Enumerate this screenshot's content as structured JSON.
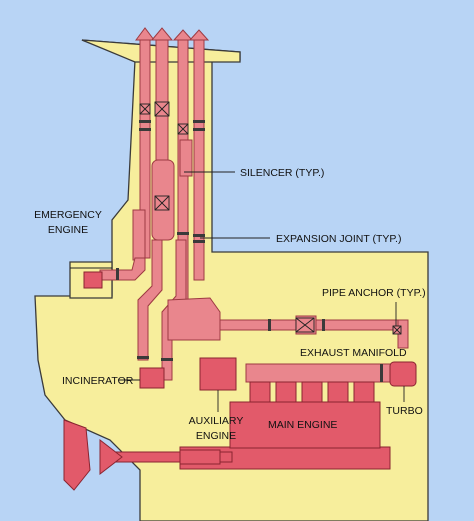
{
  "labels": {
    "emergency_engine": [
      "EMERGENCY",
      "ENGINE"
    ],
    "silencer": "SILENCER (TYP.)",
    "expansion_joint": "EXPANSION JOINT (TYP.)",
    "pipe_anchor": "PIPE ANCHOR (TYP.)",
    "exhaust_manifold": "EXHAUST MANIFOLD",
    "incinerator": "INCINERATOR",
    "auxiliary_engine": [
      "AUXILIARY",
      "ENGINE"
    ],
    "main_engine": "MAIN ENGINE",
    "turbo": "TURBO"
  },
  "colors": {
    "sky": "#b8d4f5",
    "hull": "#f7ee9c",
    "pipe": "#e9868d",
    "equipment": "#e25a6a",
    "water": "#e25a6a"
  }
}
